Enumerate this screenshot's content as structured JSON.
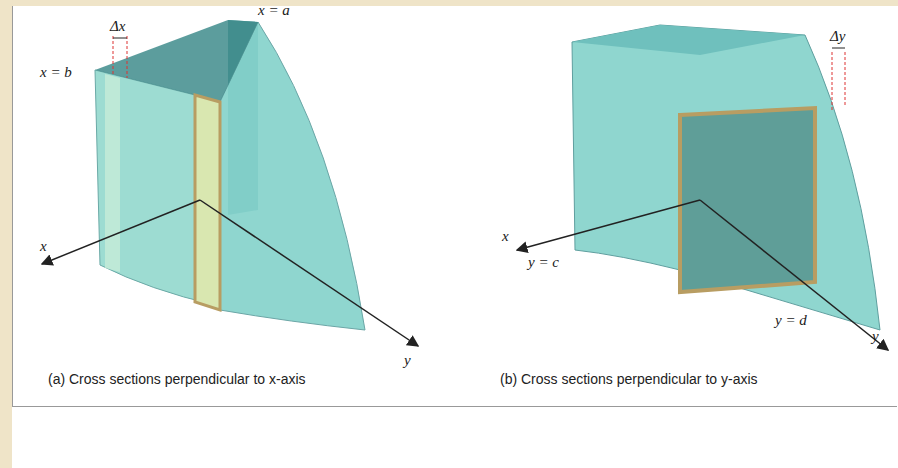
{
  "diagram": {
    "labels": [
      "Δx",
      "x = a",
      "x = b",
      "x",
      "y",
      "Δy",
      "x",
      "y = c",
      "y = d",
      "y",
      "(a) Cross sections perpendicular to x-axis",
      "(b) Cross sections perpendicular to y-axis"
    ]
  }
}
